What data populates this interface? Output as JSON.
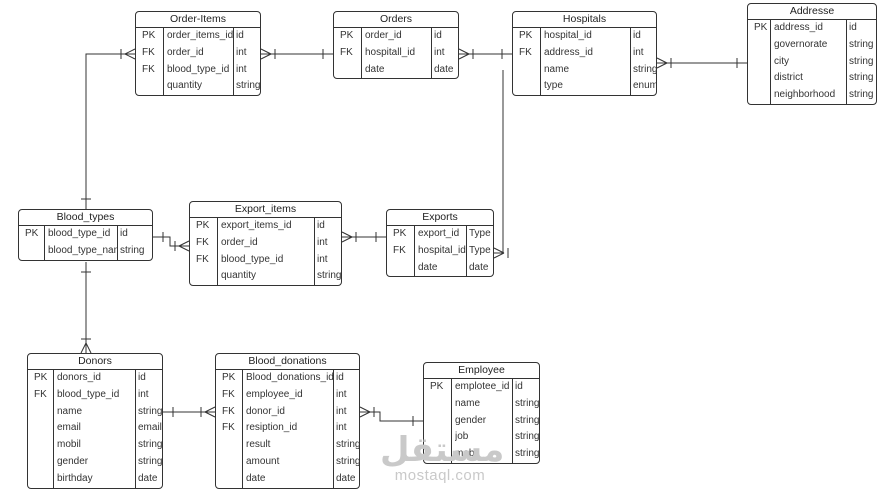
{
  "entities": {
    "order_items": {
      "title": "Order-Items",
      "rows": [
        {
          "key": "PK",
          "name": "order_items_id",
          "type": "id"
        },
        {
          "key": "FK",
          "name": "order_id",
          "type": "int"
        },
        {
          "key": "FK",
          "name": "blood_type_id",
          "type": "int"
        },
        {
          "key": "",
          "name": "quantity",
          "type": "string"
        }
      ]
    },
    "orders": {
      "title": "Orders",
      "rows": [
        {
          "key": "PK",
          "name": "order_id",
          "type": "id"
        },
        {
          "key": "FK",
          "name": "hospitall_id",
          "type": "int"
        },
        {
          "key": "",
          "name": "date",
          "type": "date"
        }
      ]
    },
    "hospitals": {
      "title": "Hospitals",
      "rows": [
        {
          "key": "PK",
          "name": "hospital_id",
          "type": "id"
        },
        {
          "key": "FK",
          "name": "address_id",
          "type": "int"
        },
        {
          "key": "",
          "name": "name",
          "type": "string"
        },
        {
          "key": "",
          "name": "type",
          "type": "enum"
        }
      ]
    },
    "addresse": {
      "title": "Addresse",
      "rows": [
        {
          "key": "PK",
          "name": "address_id",
          "type": "id"
        },
        {
          "key": "",
          "name": "governorate",
          "type": "string"
        },
        {
          "key": "",
          "name": "city",
          "type": "string"
        },
        {
          "key": "",
          "name": "district",
          "type": "string"
        },
        {
          "key": "",
          "name": "neighborhood",
          "type": "string"
        }
      ]
    },
    "blood_types": {
      "title": "Blood_types",
      "rows": [
        {
          "key": "PK",
          "name": "blood_type_id",
          "type": "id"
        },
        {
          "key": "",
          "name": "blood_type_name",
          "type": "string"
        }
      ]
    },
    "export_items": {
      "title": "Export_items",
      "rows": [
        {
          "key": "PK",
          "name": "export_items_id",
          "type": "id"
        },
        {
          "key": "FK",
          "name": "order_id",
          "type": "int"
        },
        {
          "key": "FK",
          "name": "blood_type_id",
          "type": "int"
        },
        {
          "key": "",
          "name": "quantity",
          "type": "string"
        }
      ]
    },
    "exports": {
      "title": "Exports",
      "rows": [
        {
          "key": "PK",
          "name": "export_id",
          "type": "Type"
        },
        {
          "key": "FK",
          "name": "hospital_id",
          "type": "Type"
        },
        {
          "key": "",
          "name": "date",
          "type": "date"
        }
      ]
    },
    "donors": {
      "title": "Donors",
      "rows": [
        {
          "key": "PK",
          "name": "donors_id",
          "type": "id"
        },
        {
          "key": "FK",
          "name": "blood_type_id",
          "type": "int"
        },
        {
          "key": "",
          "name": "name",
          "type": "string"
        },
        {
          "key": "",
          "name": "email",
          "type": "email"
        },
        {
          "key": "",
          "name": "mobil",
          "type": "string"
        },
        {
          "key": "",
          "name": "gender",
          "type": "string"
        },
        {
          "key": "",
          "name": "birthday",
          "type": "date"
        }
      ]
    },
    "blood_donations": {
      "title": "Blood_donations",
      "rows": [
        {
          "key": "PK",
          "name": "Blood_donations_id",
          "type": "id"
        },
        {
          "key": "FK",
          "name": "employee_id",
          "type": "int"
        },
        {
          "key": "FK",
          "name": "donor_id",
          "type": "int"
        },
        {
          "key": "FK",
          "name": "resiption_id",
          "type": "int"
        },
        {
          "key": "",
          "name": "result",
          "type": "string"
        },
        {
          "key": "",
          "name": "amount",
          "type": "string"
        },
        {
          "key": "",
          "name": "date",
          "type": "date"
        }
      ]
    },
    "employee": {
      "title": "Employee",
      "rows": [
        {
          "key": "PK",
          "name": "emplotee_id",
          "type": "id"
        },
        {
          "key": "",
          "name": "name",
          "type": "string"
        },
        {
          "key": "",
          "name": "gender",
          "type": "string"
        },
        {
          "key": "",
          "name": "job",
          "type": "string"
        },
        {
          "key": "",
          "name": "mobil",
          "type": "string"
        }
      ]
    }
  },
  "relationships": [
    {
      "from": "order_items",
      "to": "orders",
      "from_end": "many",
      "to_end": "one"
    },
    {
      "from": "orders",
      "to": "hospitals",
      "from_end": "many",
      "to_end": "one"
    },
    {
      "from": "hospitals",
      "to": "addresse",
      "from_end": "many",
      "to_end": "one"
    },
    {
      "from": "order_items",
      "to": "blood_types",
      "from_end": "many",
      "to_end": "one"
    },
    {
      "from": "blood_types",
      "to": "export_items",
      "from_end": "one",
      "to_end": "many"
    },
    {
      "from": "export_items",
      "to": "exports",
      "from_end": "many",
      "to_end": "one"
    },
    {
      "from": "exports",
      "to": "hospitals",
      "from_end": "many",
      "to_end": "one"
    },
    {
      "from": "blood_types",
      "to": "donors",
      "from_end": "one",
      "to_end": "many"
    },
    {
      "from": "donors",
      "to": "blood_donations",
      "from_end": "one",
      "to_end": "many"
    },
    {
      "from": "blood_donations",
      "to": "employee",
      "from_end": "many",
      "to_end": "one"
    }
  ],
  "watermark": {
    "arabic": "مستقل",
    "latin": "mostaql.com"
  }
}
